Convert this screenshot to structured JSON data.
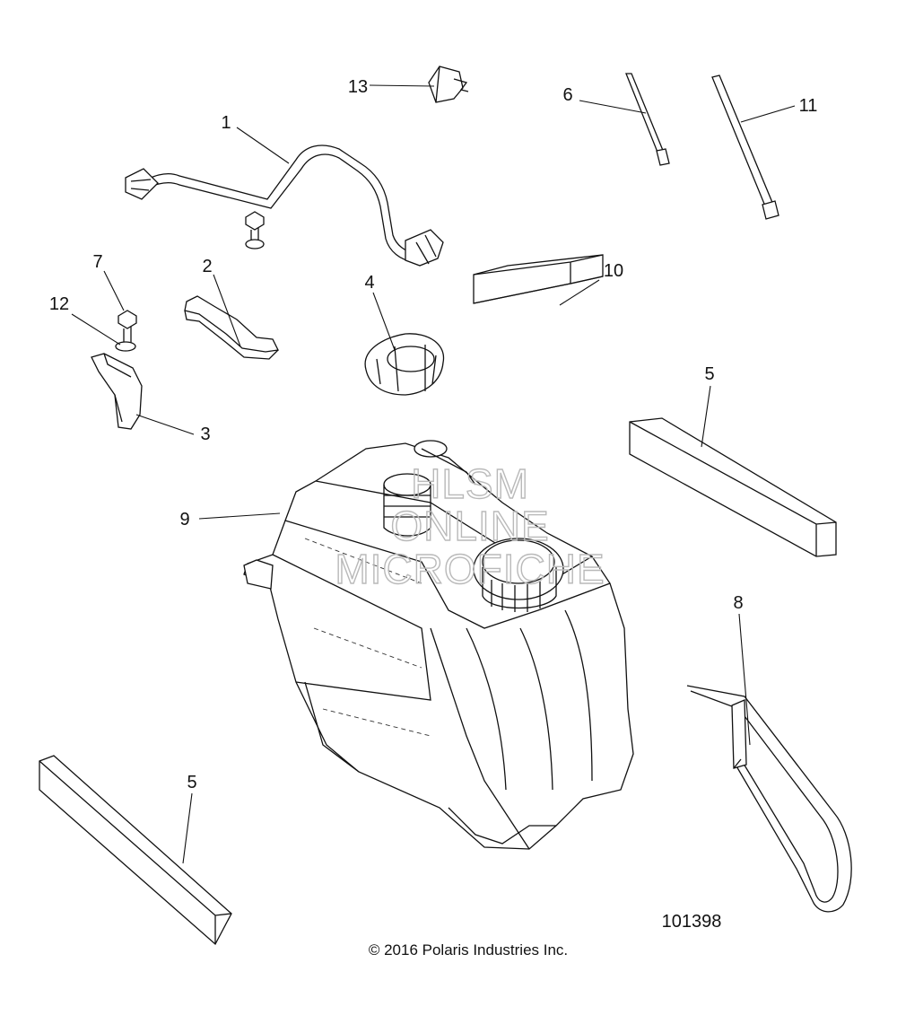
{
  "figure_number": "101398",
  "copyright": "© 2016 Polaris Industries Inc.",
  "watermark": [
    "HLSM",
    "ONLINE",
    "MICROFICHE"
  ],
  "callouts": [
    {
      "id": "c1",
      "label": "1",
      "part": "fuel-line-assembly"
    },
    {
      "id": "c2",
      "label": "2",
      "part": "bracket-upper"
    },
    {
      "id": "c3",
      "label": "3",
      "part": "bracket-lower"
    },
    {
      "id": "c4",
      "label": "4",
      "part": "fuel-cap"
    },
    {
      "id": "c5a",
      "label": "5",
      "part": "foam-pad-right"
    },
    {
      "id": "c5b",
      "label": "5",
      "part": "foam-pad-left"
    },
    {
      "id": "c6",
      "label": "6",
      "part": "cable-tie-short"
    },
    {
      "id": "c7",
      "label": "7",
      "part": "screw"
    },
    {
      "id": "c8",
      "label": "8",
      "part": "retaining-strap"
    },
    {
      "id": "c9",
      "label": "9",
      "part": "fuel-tank"
    },
    {
      "id": "c10",
      "label": "10",
      "part": "foam-block"
    },
    {
      "id": "c11",
      "label": "11",
      "part": "cable-tie-long"
    },
    {
      "id": "c12",
      "label": "12",
      "part": "washer"
    },
    {
      "id": "c13",
      "label": "13",
      "part": "clip"
    }
  ]
}
